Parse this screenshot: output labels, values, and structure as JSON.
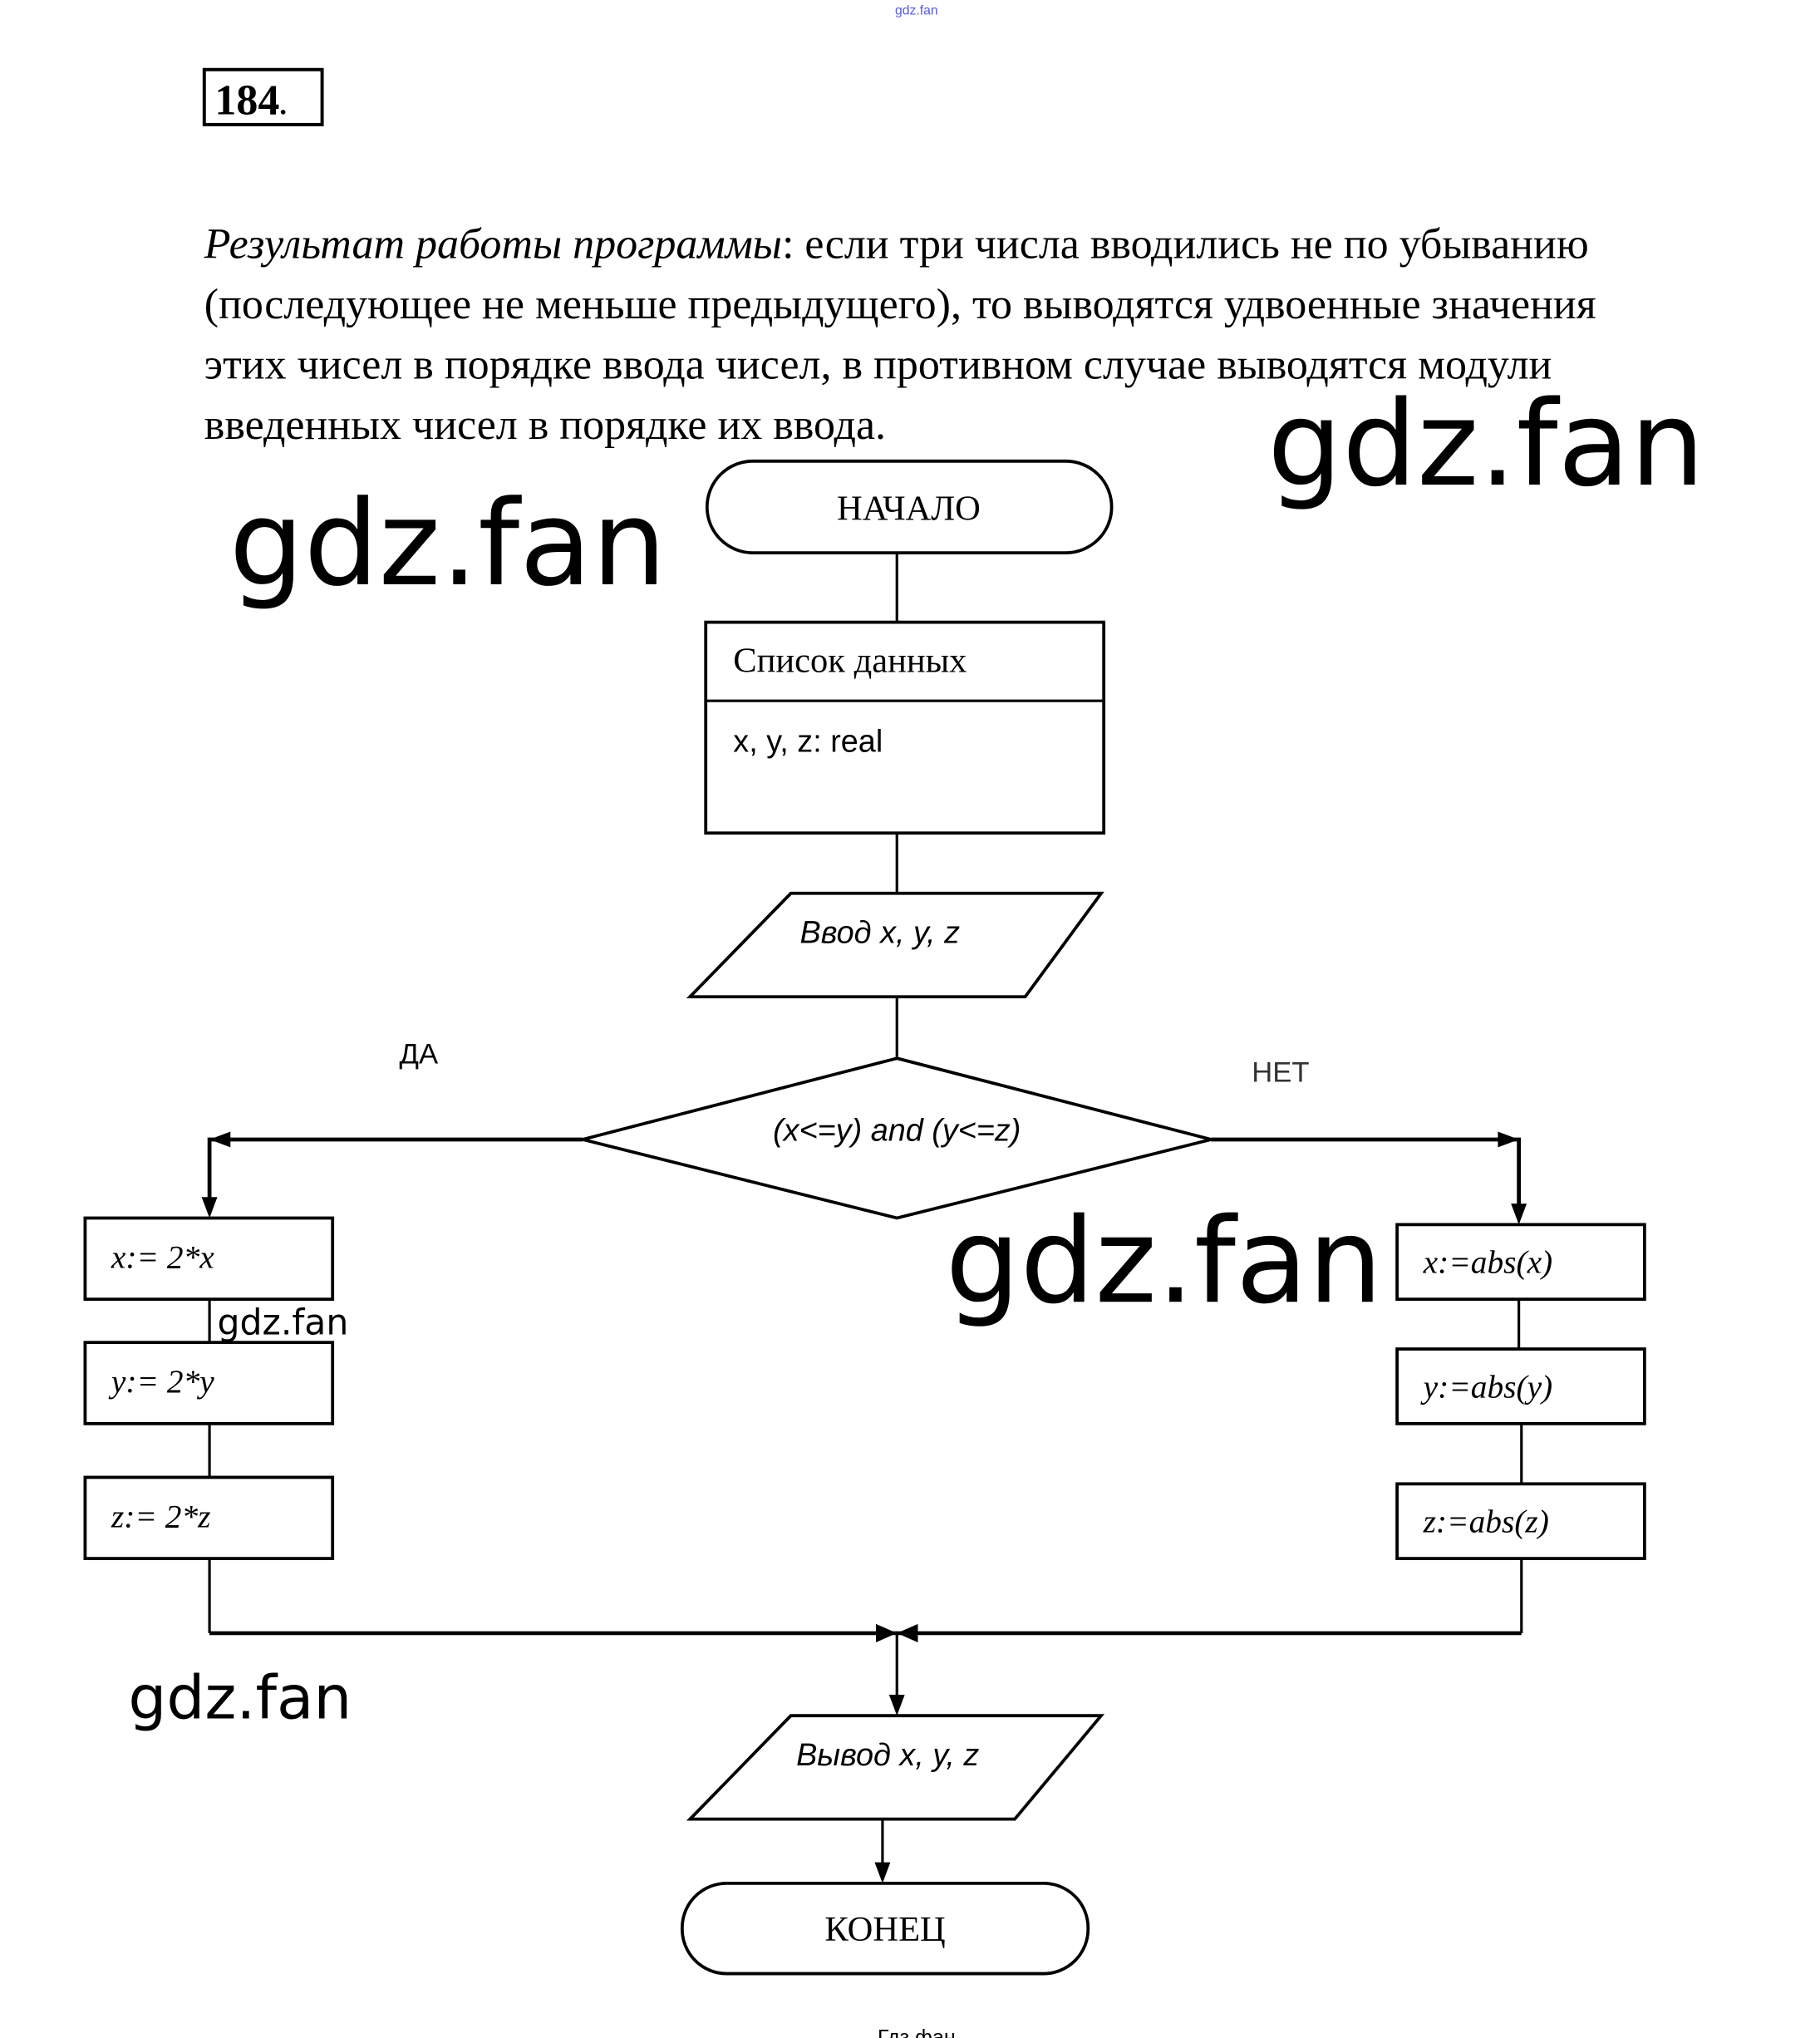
{
  "header": {
    "top_watermark": "gdz.fan",
    "task_number": "184",
    "task_number_suffix": "."
  },
  "description": {
    "lead": "Результат работы программы",
    "lines": [
      ": если три числа вводились не по убыванию",
      "(последующее не меньше предыдущего), то выводятся удвоенные значения",
      "этих чисел в порядке ввода чисел, в противном случае выводятся модули",
      "введенных чисел в порядке их ввода."
    ]
  },
  "flowchart": {
    "start": "НАЧАЛО",
    "data_list_title": "Список данных",
    "data_list_body": "x, y, z: real",
    "input": "Ввод  x, y, z",
    "condition": "(x<=y) and (y<=z)",
    "yes_label": "ДА",
    "no_label": "НЕТ",
    "yes_steps": [
      "x:= 2*x",
      "y:= 2*y",
      "z:= 2*z"
    ],
    "no_steps": [
      "x:=abs(x)",
      "y:=abs(y)",
      "z:=abs(z)"
    ],
    "output": "Вывод x, y, z",
    "end": "КОНЕЦ"
  },
  "watermarks": [
    "gdz.fan",
    "gdz.fan",
    "gdz.fan",
    "gdz.fan",
    "gdz.fan"
  ],
  "footer": {
    "text": "Гдз.фан"
  }
}
